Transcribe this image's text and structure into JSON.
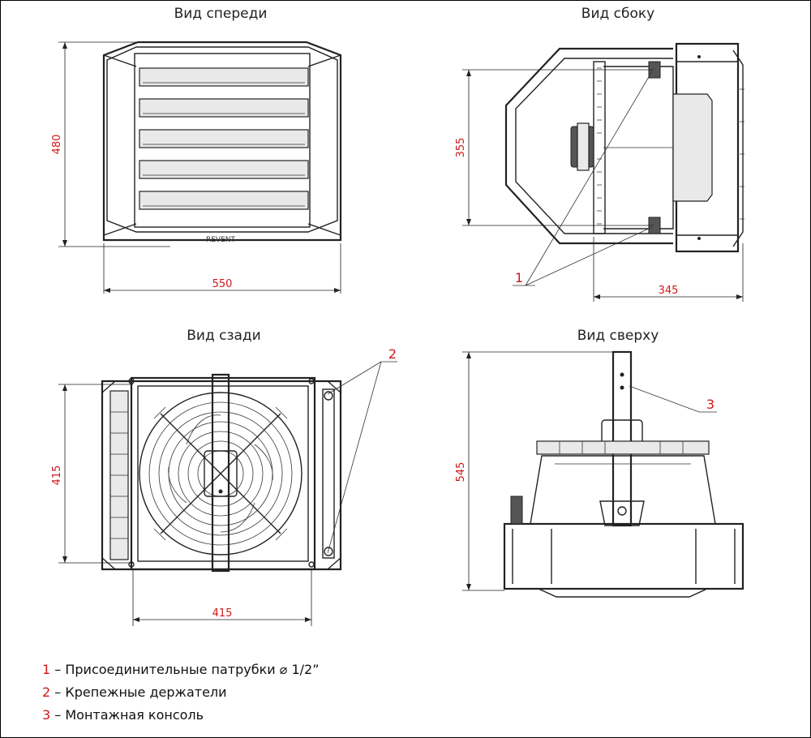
{
  "views": {
    "front": "Вид спереди",
    "side": "Вид сбоку",
    "back": "Вид сзади",
    "top": "Вид сверху"
  },
  "dimensions": {
    "front_height": "480",
    "front_width": "550",
    "side_height": "355",
    "side_depth": "345",
    "back_height": "415",
    "back_width": "415",
    "top_height": "545"
  },
  "logo": "REVENT",
  "callouts": {
    "c1": "1",
    "c2": "2",
    "c3": "3"
  },
  "legend": [
    {
      "num": "1",
      "text": " – Присоединительные патрубки ⌀ 1/2”"
    },
    {
      "num": "2",
      "text": " – Крепежные держатели"
    },
    {
      "num": "3",
      "text": " – Монтажная консоль"
    }
  ],
  "colors": {
    "dimension": "#d01818",
    "line": "#222222"
  }
}
